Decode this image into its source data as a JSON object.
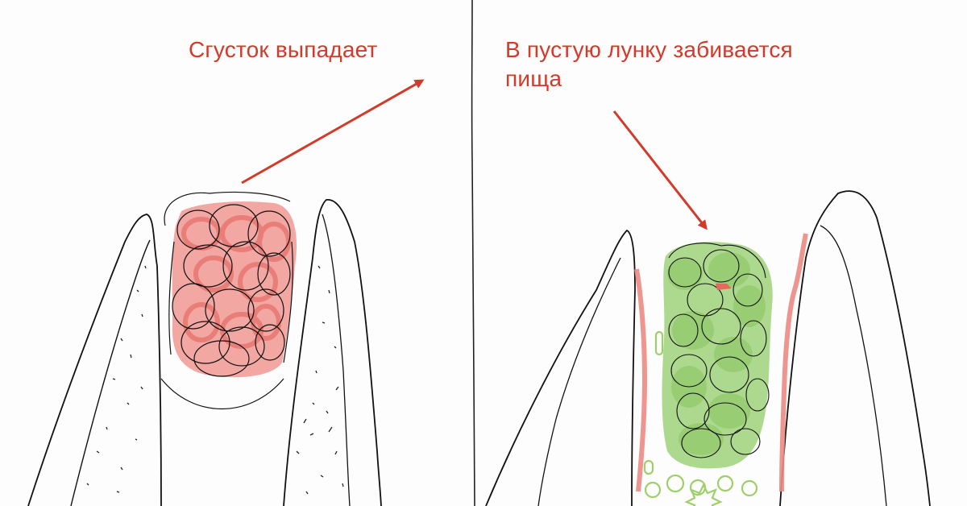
{
  "panels": {
    "left": {
      "caption": "Сгусток выпадает"
    },
    "right": {
      "caption_line1": "В пустую лунку забивается",
      "caption_line2": "пища"
    }
  },
  "colors": {
    "annotation": "#d23a2a",
    "clot_fill": "#ee7f78",
    "food_fill": "#9fd27a",
    "food_outline": "#7fb04a",
    "inflamed_wall": "#ec8a84",
    "ink": "#111111"
  }
}
